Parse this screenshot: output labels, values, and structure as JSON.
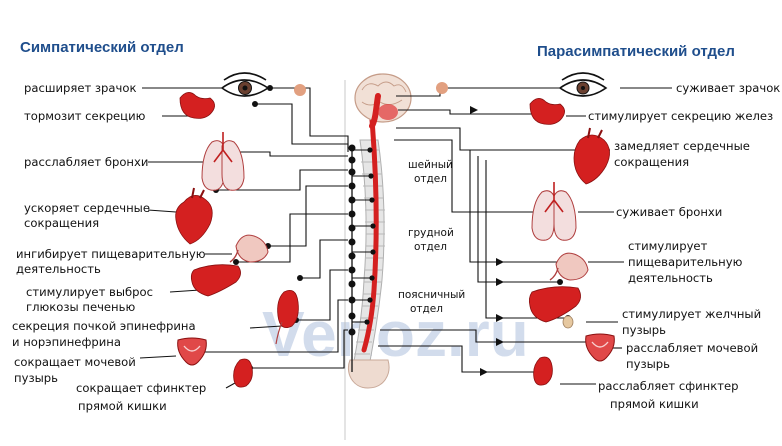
{
  "headers": {
    "sympathetic": "Симпатический  отдел",
    "parasympathetic": "Парасимпатический отдел"
  },
  "sympathetic_effects": {
    "pupil": [
      "расширяет зрачок"
    ],
    "secretion": [
      "тормозит секрецию"
    ],
    "bronchi": [
      "расслабляет бронхи"
    ],
    "heart": [
      "ускоряет сердечные",
      "сокращения"
    ],
    "digestion": [
      "ингибирует пищеварительную",
      "деятельность"
    ],
    "glucose": [
      "стимулирует выброс",
      "глюкозы печенью"
    ],
    "kidney": [
      "секреция почкой эпинефрина",
      "и норэпинефрина"
    ],
    "bladder": [
      "сокращает мочевой",
      "пузырь"
    ],
    "rectum": [
      "сокращает сфинктер",
      "прямой кишки"
    ]
  },
  "parasympathetic_effects": {
    "pupil": [
      "суживает зрачок"
    ],
    "glands": [
      "стимулирует секрецию желез"
    ],
    "heart": [
      "замедляет сердечные",
      "сокращения"
    ],
    "bronchi": [
      "суживает бронхи"
    ],
    "digestion": [
      "стимулирует",
      "пищеварительную",
      "деятельность"
    ],
    "bile": [
      "стимулирует желчный",
      "пузырь"
    ],
    "bladder": [
      "расслабляет мочевой",
      "пузырь"
    ],
    "rectum": [
      "расслабляет сфинктер",
      "прямой кишки"
    ]
  },
  "spine_segments": {
    "cervical": [
      "шейный",
      "отдел"
    ],
    "thoracic": [
      "грудной",
      "отдел"
    ],
    "lumbar": [
      "поясничный",
      "отдел"
    ]
  },
  "watermark": "Venoz.ru",
  "colors": {
    "header": "#1f4e8c",
    "organ": "#d42020",
    "nerve": "#111111",
    "spine": "#d9d9d9"
  }
}
